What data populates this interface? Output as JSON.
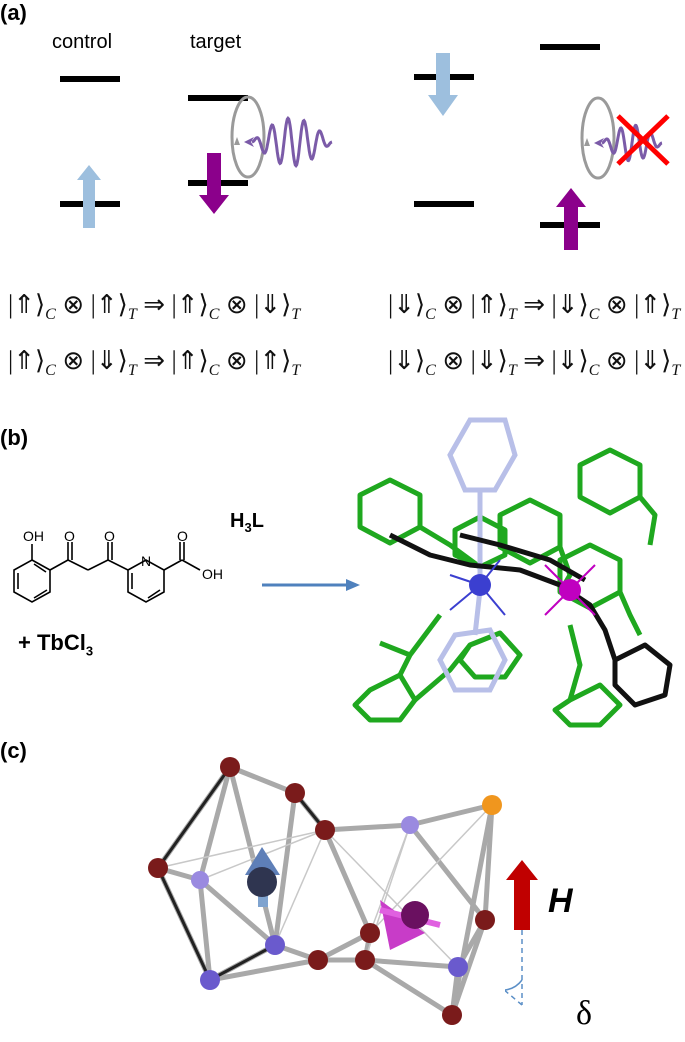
{
  "panels": {
    "a": {
      "label": "(a)"
    },
    "b": {
      "label": "(b)"
    },
    "c": {
      "label": "(c)"
    }
  },
  "levels": {
    "control_label": "control",
    "target_label": "target"
  },
  "equations": {
    "row1_left": {
      "s1": "⇑",
      "s2": "⇑",
      "s3": "⇑",
      "s4": "⇓",
      "c": "C",
      "t": "T"
    },
    "row2_left": {
      "s1": "⇑",
      "s2": "⇓",
      "s3": "⇑",
      "s4": "⇑",
      "c": "C",
      "t": "T"
    },
    "row1_right": {
      "s1": "⇓",
      "s2": "⇑",
      "s3": "⇓",
      "s4": "⇑",
      "c": "C",
      "t": "T"
    },
    "row2_right": {
      "s1": "⇓",
      "s2": "⇓",
      "s3": "⇓",
      "s4": "⇓",
      "c": "C",
      "t": "T"
    },
    "otimes": "⊗",
    "implies": "⇒"
  },
  "synthesis": {
    "oh_label": "OH",
    "o1_label": "O",
    "o2_label": "O",
    "n_label": "N",
    "o3_label": "O",
    "oh2_label": "OH",
    "reagent_prefix": "+ TbCl",
    "reagent_sub": "3",
    "product_prefix": "H",
    "product_sub": "3",
    "product_suffix": "L"
  },
  "field": {
    "h_label": "H",
    "angle_label": "δ"
  },
  "colors": {
    "level_line": "#000000",
    "control_arrow": "#9dbfde",
    "target_arrow": "#8b008b",
    "wave": "#7b5ba8",
    "cross": "#ff0000",
    "ligand_green": "#1fa81f",
    "ligand_light": "#b8bfe8",
    "field_arrow": "#c00000",
    "atom_dark_red": "#7a1b1b",
    "atom_purple": "#6a5acd",
    "atom_orange": "#f0961e"
  }
}
